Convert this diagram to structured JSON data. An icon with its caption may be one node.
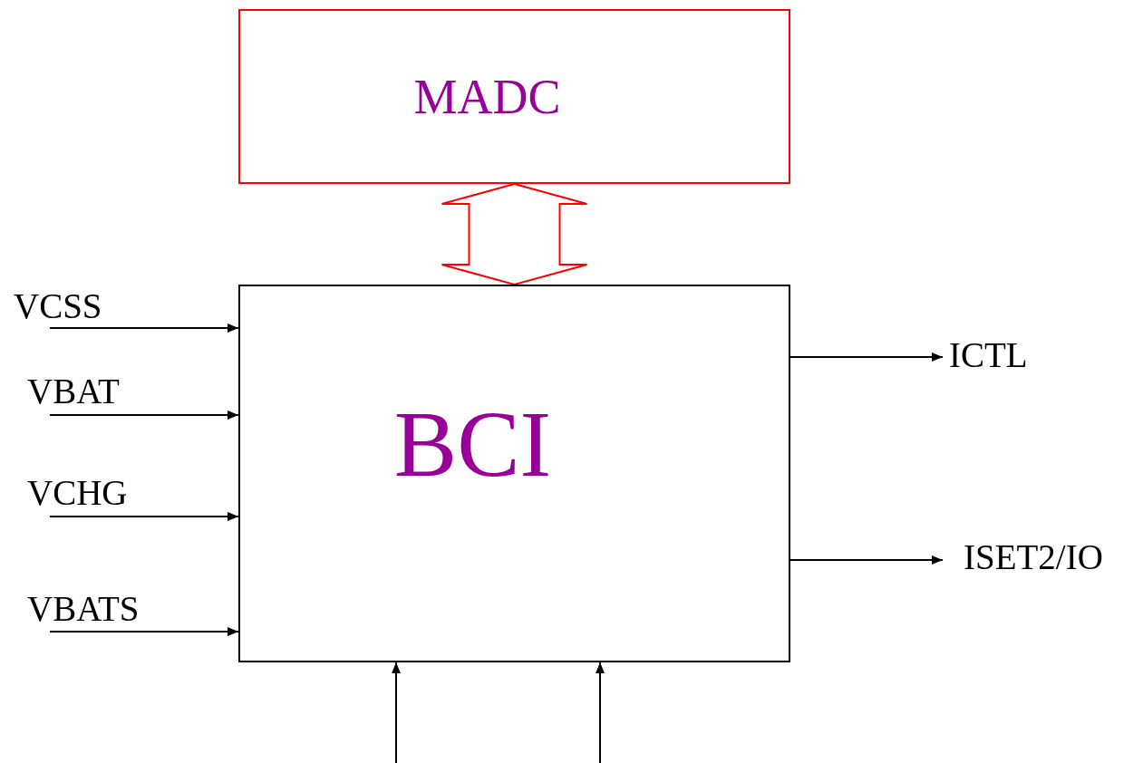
{
  "diagram": {
    "nodes": [
      {
        "text": [
          "MADC"
        ]
      },
      {
        "text": [
          "BCI"
        ]
      },
      {
        "text": [
          "VCSS"
        ]
      },
      {
        "text": [
          "VBAT"
        ]
      },
      {
        "text": [
          "VCHG"
        ]
      },
      {
        "text": [
          "VBATS"
        ]
      },
      {
        "text": [
          "ICTL"
        ]
      },
      {
        "text": [
          "ISET2/IO"
        ]
      }
    ],
    "edges": [
      {
        "from": 0,
        "to": 1,
        "arrow": "both",
        "style": "thick",
        "color": "#ff0000"
      },
      {
        "from": 2,
        "to": 1,
        "arrow": "to"
      },
      {
        "from": 3,
        "to": 1,
        "arrow": "to"
      },
      {
        "from": 4,
        "to": 1,
        "arrow": "to"
      },
      {
        "from": 5,
        "to": 1,
        "arrow": "to"
      },
      {
        "from": 1,
        "to": 6,
        "arrow": "to"
      },
      {
        "from": 1,
        "to": 7,
        "arrow": "to"
      },
      {
        "from": null,
        "to": 1,
        "arrow": "to"
      },
      {
        "from": null,
        "to": 1,
        "arrow": "to"
      }
    ]
  }
}
